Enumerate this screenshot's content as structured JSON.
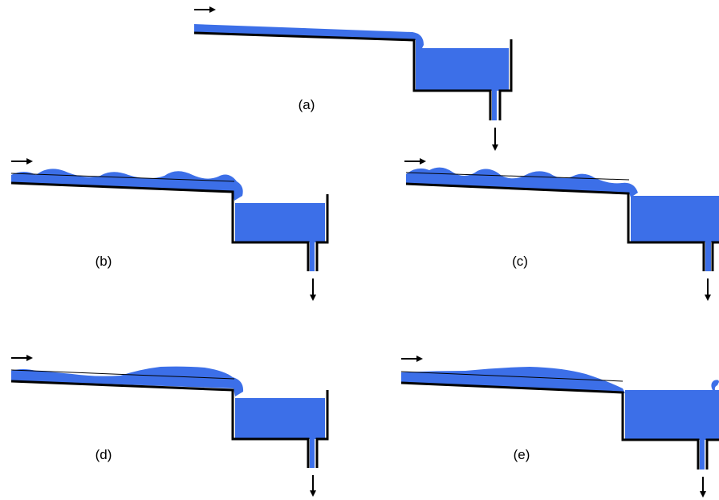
{
  "panels": [
    {
      "id": "a",
      "label": "(a)"
    },
    {
      "id": "b",
      "label": "(b)"
    },
    {
      "id": "c",
      "label": "(c)"
    },
    {
      "id": "d",
      "label": "(d)"
    },
    {
      "id": "e",
      "label": "(e)"
    }
  ],
  "colors": {
    "water": "#3c6fe8",
    "walls": "#000000",
    "background": "#ffffff"
  }
}
